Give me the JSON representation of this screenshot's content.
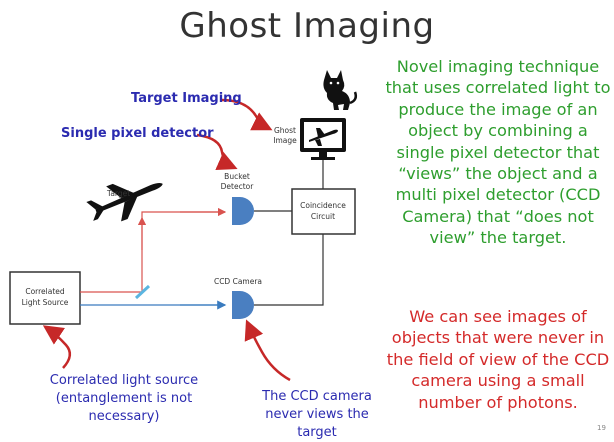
{
  "title": "Ghost Imaging",
  "labels": {
    "target_imaging": "Target Imaging",
    "single_pixel_detector": "Single pixel detector",
    "correlated_light_source_annotation": "Correlated light source (entanglement is not necessary)",
    "ccd_annotation": "The CCD camera never views the target"
  },
  "diagram": {
    "target": "Target",
    "ghost_image": "Ghost Image",
    "bucket_detector": "Bucket Detector",
    "coincidence_circuit": "Coincidence Circuit",
    "ccd_camera": "CCD Camera",
    "correlated_light_source": "Correlated Light Source"
  },
  "description": {
    "green": "Novel imaging technique that uses correlated light to produce the image of an object by combining a single pixel detector that “views” the object and a multi pixel detector (CCD Camera) that “does not view” the target.",
    "red": "We can see images of objects that were never in the field of view of the CCD camera using a small number of photons."
  },
  "slide_number": "19",
  "colors": {
    "title": "#333333",
    "annotation_blue": "#2b2bb0",
    "green_text": "#2e9e2e",
    "red_text": "#d42a2a",
    "arrow_red": "#c62828",
    "beam_red": "#d9534f",
    "beam_blue": "#3a7bbf",
    "detector_blue": "#4a7fc1"
  },
  "icons": [
    "airplane-icon",
    "monitor-icon",
    "cat-silhouette-icon",
    "detector-icon",
    "beam-splitter-icon"
  ]
}
